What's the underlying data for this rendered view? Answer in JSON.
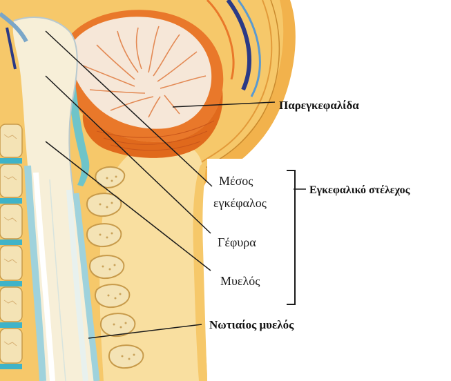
{
  "labels": {
    "cerebellum": "Παρεγκεφαλίδα",
    "midbrain_line1": "Μέσος",
    "midbrain_line2": "εγκέφαλος",
    "pons": "Γέφυρα",
    "medulla": "Μυελός",
    "brainstem": "Εγκεφαλικό στέλεχος",
    "spinal_cord": "Νωτιαίος μυελός"
  },
  "colors": {
    "cerebellum_orange": "#e9782a",
    "cerebellum_light": "#f6e7d8",
    "tissue_yellow": "#f6c86a",
    "tissue_light": "#f9dfa0",
    "vertebra_beige": "#f4e3b5",
    "disc_cyan": "#3fb3c8",
    "csf_blue": "#9fd2dc",
    "dura_navy": "#2b3a86",
    "bone_outline": "#c79a4a"
  },
  "icons": [
    "cerebellum-illustration",
    "brainstem-illustration",
    "spinal-cord-illustration",
    "vertebrae-illustration"
  ]
}
